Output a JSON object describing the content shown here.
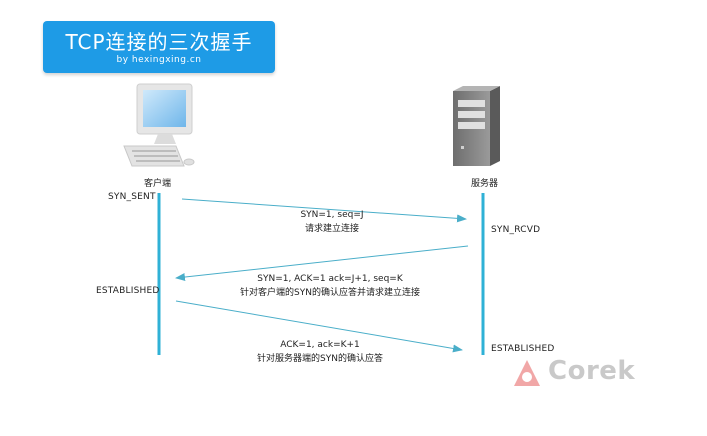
{
  "title": {
    "main": "TCP连接的三次握手",
    "sub": "by hexingxing.cn"
  },
  "nodes": {
    "client_label": "客户端",
    "server_label": "服务器"
  },
  "states": {
    "client_syn_sent": "SYN_SENT",
    "server_syn_rcvd": "SYN_RCVD",
    "client_established": "ESTABLISHED",
    "server_established": "ESTABLISHED"
  },
  "messages": {
    "m1_line1": "SYN=1, seq=J",
    "m1_line2": "请求建立连接",
    "m2_line1": "SYN=1, ACK=1 ack=J+1, seq=K",
    "m2_line2": "针对客户端的SYN的确认应答并请求建立连接",
    "m3_line1": "ACK=1, ack=K+1",
    "m3_line2": "针对服务器端的SYN的确认应答"
  },
  "watermark": "Corek",
  "colors": {
    "banner": "#1e9be6",
    "lifeline": "#2fb1d6",
    "arrow": "#4aaec9"
  }
}
